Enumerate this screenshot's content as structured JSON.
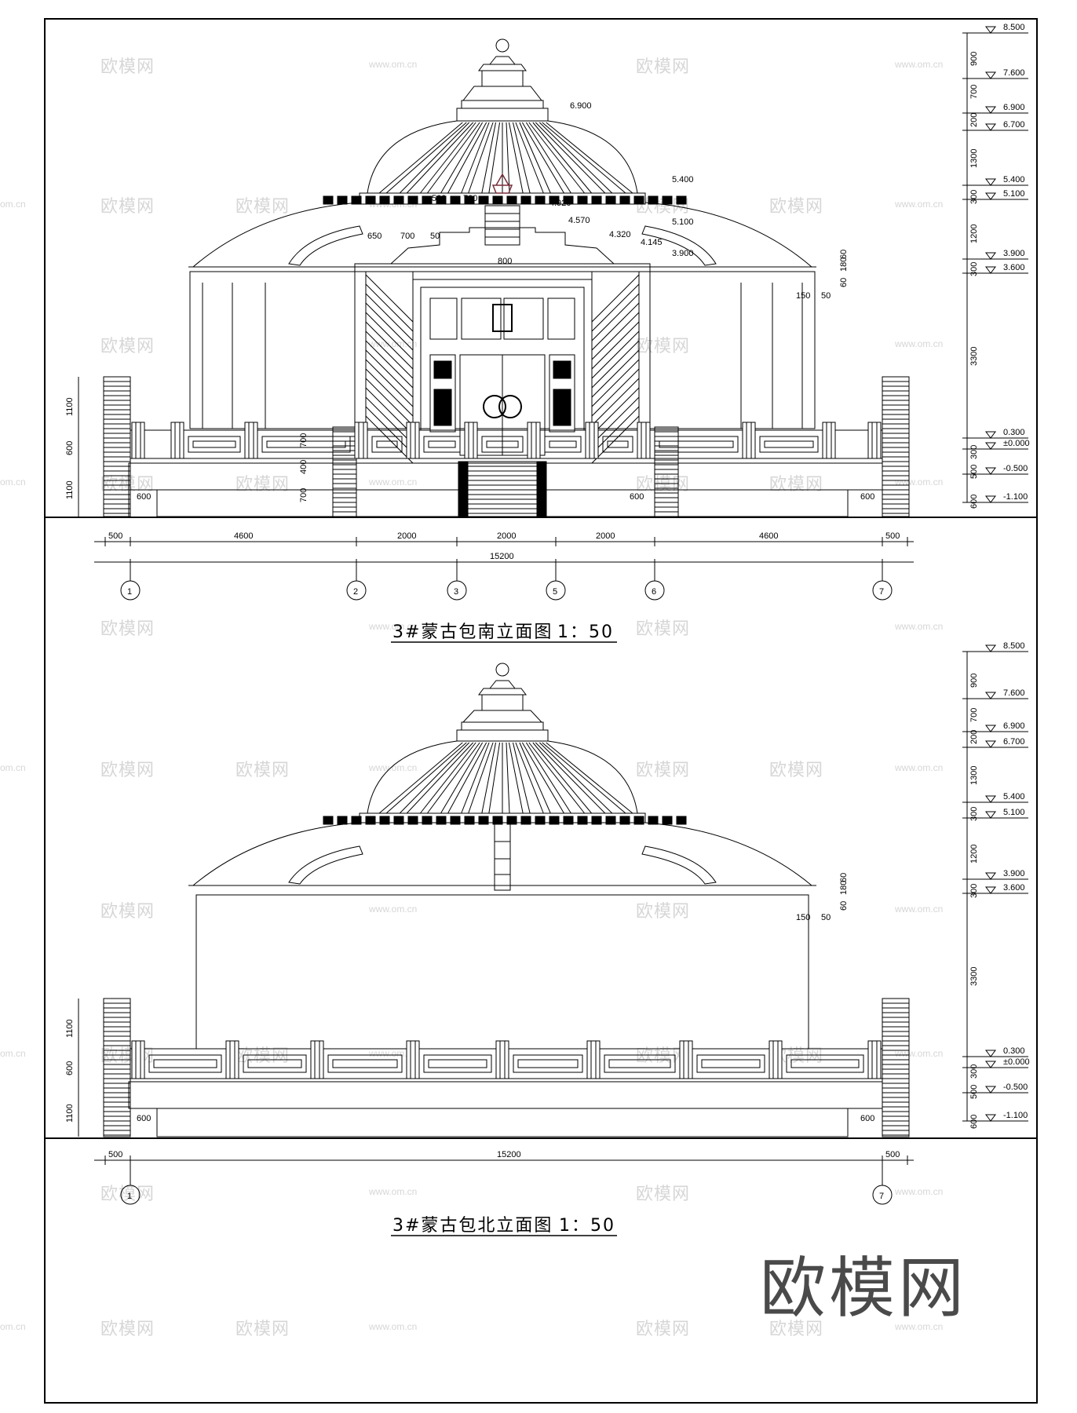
{
  "south_elevation": {
    "title": "3#蒙古包南立面图",
    "scale": "1：50",
    "axes": [
      "1",
      "2",
      "3",
      "5",
      "6",
      "7"
    ],
    "bottom_dims": [
      "500",
      "4600",
      "2000",
      "2000",
      "2000",
      "4600",
      "500"
    ],
    "total_dim": "15200",
    "levels": [
      "8.500",
      "7.600",
      "6.900",
      "6.700",
      "5.400",
      "5.100",
      "3.900",
      "3.600",
      "0.300",
      "±0.000",
      "-0.500",
      "-1.100"
    ],
    "right_dims": [
      "900",
      "700",
      "200",
      "1300",
      "300",
      "1200",
      "300",
      "3300",
      "300",
      "500",
      "600"
    ],
    "left_dims": [
      "1100",
      "600",
      "1100"
    ],
    "inner_levels": [
      "6.900",
      "5.400",
      "4.920",
      "5.100",
      "4.570",
      "4.320",
      "4.145",
      "3.900"
    ],
    "inner_dims": [
      "500",
      "700",
      "650",
      "700",
      "50",
      "800",
      "150",
      "50",
      "60",
      "180",
      "60",
      "700",
      "400",
      "700",
      "600",
      "600",
      "600",
      "600",
      "1100",
      "600",
      "1100"
    ]
  },
  "north_elevation": {
    "title": "3#蒙古包北立面图",
    "scale": "1：50",
    "axes": [
      "1",
      "7"
    ],
    "bottom_dims": [
      "500",
      "15200",
      "500"
    ],
    "levels": [
      "8.500",
      "7.600",
      "6.900",
      "6.700",
      "5.400",
      "5.100",
      "3.900",
      "3.600",
      "0.300",
      "±0.000",
      "-0.500",
      "-1.100"
    ],
    "right_dims": [
      "900",
      "700",
      "200",
      "1300",
      "300",
      "1200",
      "300",
      "3300",
      "300",
      "500",
      "600"
    ],
    "left_dims": [
      "1100",
      "600",
      "1100"
    ],
    "inner_dims": [
      "150",
      "50",
      "60",
      "180",
      "60",
      "600",
      "600",
      "1100",
      "600",
      "1100"
    ]
  },
  "watermark": {
    "brand": "欧模网",
    "url": "www.om.cn",
    "url_cut": "om.cn"
  }
}
